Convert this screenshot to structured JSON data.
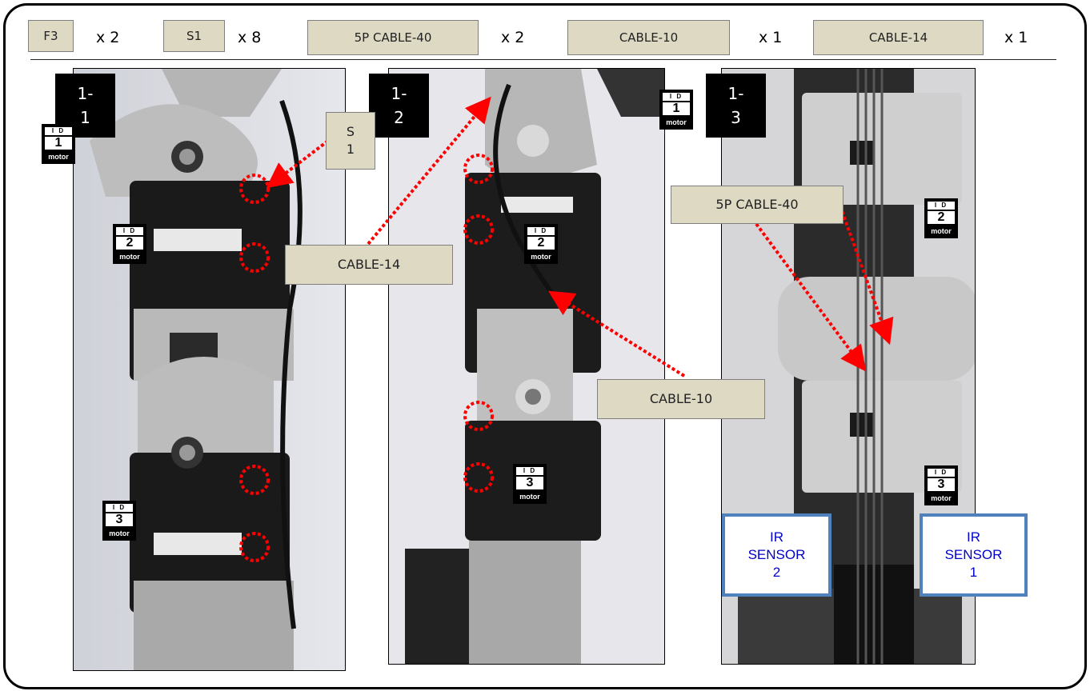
{
  "parts": [
    {
      "name": "F3",
      "qty": "x 2"
    },
    {
      "name": "S1",
      "qty": "x 8"
    },
    {
      "name": "5P CABLE-40",
      "qty": "x 2"
    },
    {
      "name": "CABLE-10",
      "qty": "x 1"
    },
    {
      "name": "CABLE-14",
      "qty": "x 1"
    }
  ],
  "steps": [
    {
      "label": "1-\n1"
    },
    {
      "label": "1-\n2"
    },
    {
      "label": "1-\n3"
    }
  ],
  "badge": {
    "top": "I D",
    "bottom": "motor"
  },
  "badges": [
    "1",
    "2",
    "3",
    "1",
    "2",
    "3",
    "2",
    "3"
  ],
  "callouts": {
    "s1": "S\n1",
    "cable14": "CABLE-14",
    "cable10": "CABLE-10",
    "cable40": "5P CABLE-40"
  },
  "ir_sensors": [
    "IR\nSENSOR\n2",
    "IR\nSENSOR\n1"
  ],
  "colors": {
    "tag_bg": "#ddd9c3",
    "arrow": "#ff0000",
    "ir_border": "#4f81bd",
    "ir_text": "#0000cc"
  }
}
